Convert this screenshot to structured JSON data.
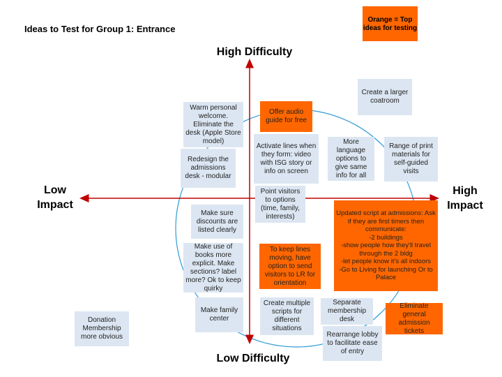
{
  "title": "Ideas to Test for Group 1: Entrance",
  "legend": "Orange = Top ideas for testing",
  "axes": {
    "top": "High Difficulty",
    "bottom": "Low Difficulty",
    "left": "Low\nImpact",
    "right": "High\nImpact"
  },
  "colors": {
    "orange": "#ff6600",
    "blue_note": "#dce6f2",
    "axis": "#c00000",
    "circle": "#2e9bd6"
  },
  "notes": {
    "warm_welcome": "Warm personal welcome. Eliminate the desk (Apple Store model)",
    "redesign_desk": "Redesign the admissions desk - modular",
    "audio_guide": "Offer audio guide for free",
    "activate_lines": "Activate lines when they form: video with ISG story or info on screen",
    "more_language": "More language options to give same info for all",
    "range_print": "Range of print materials for self-guided visits",
    "larger_coatroom": "Create a larger coatroom",
    "point_visitors": "Point visitors to options (time, family, interests)",
    "updated_script": "Updated script at admissions: Ask if they are first timers then communicate:\n-2 buildings\n-show people how they'll travel through the 2 bldg\n-let people know it's all indoors\n-Go to Living for launching Or to Palace",
    "discounts": "Make sure discounts are listed clearly",
    "books": "Make use of books more explicit. Make sections?  label more? Ok to keep quirky",
    "keep_lines": "To keep lines moving, have option to send visitors to LR for orientation",
    "family_center": "Make family center",
    "multiple_scripts": "Create multiple scripts for different situations",
    "membership_desk": "Separate membership desk",
    "eliminate_tickets": "Eliminate general admission tickets",
    "rearrange_lobby": "Rearrange lobby to facilitate ease of entry",
    "donation": "Donation Membership more obvious"
  }
}
